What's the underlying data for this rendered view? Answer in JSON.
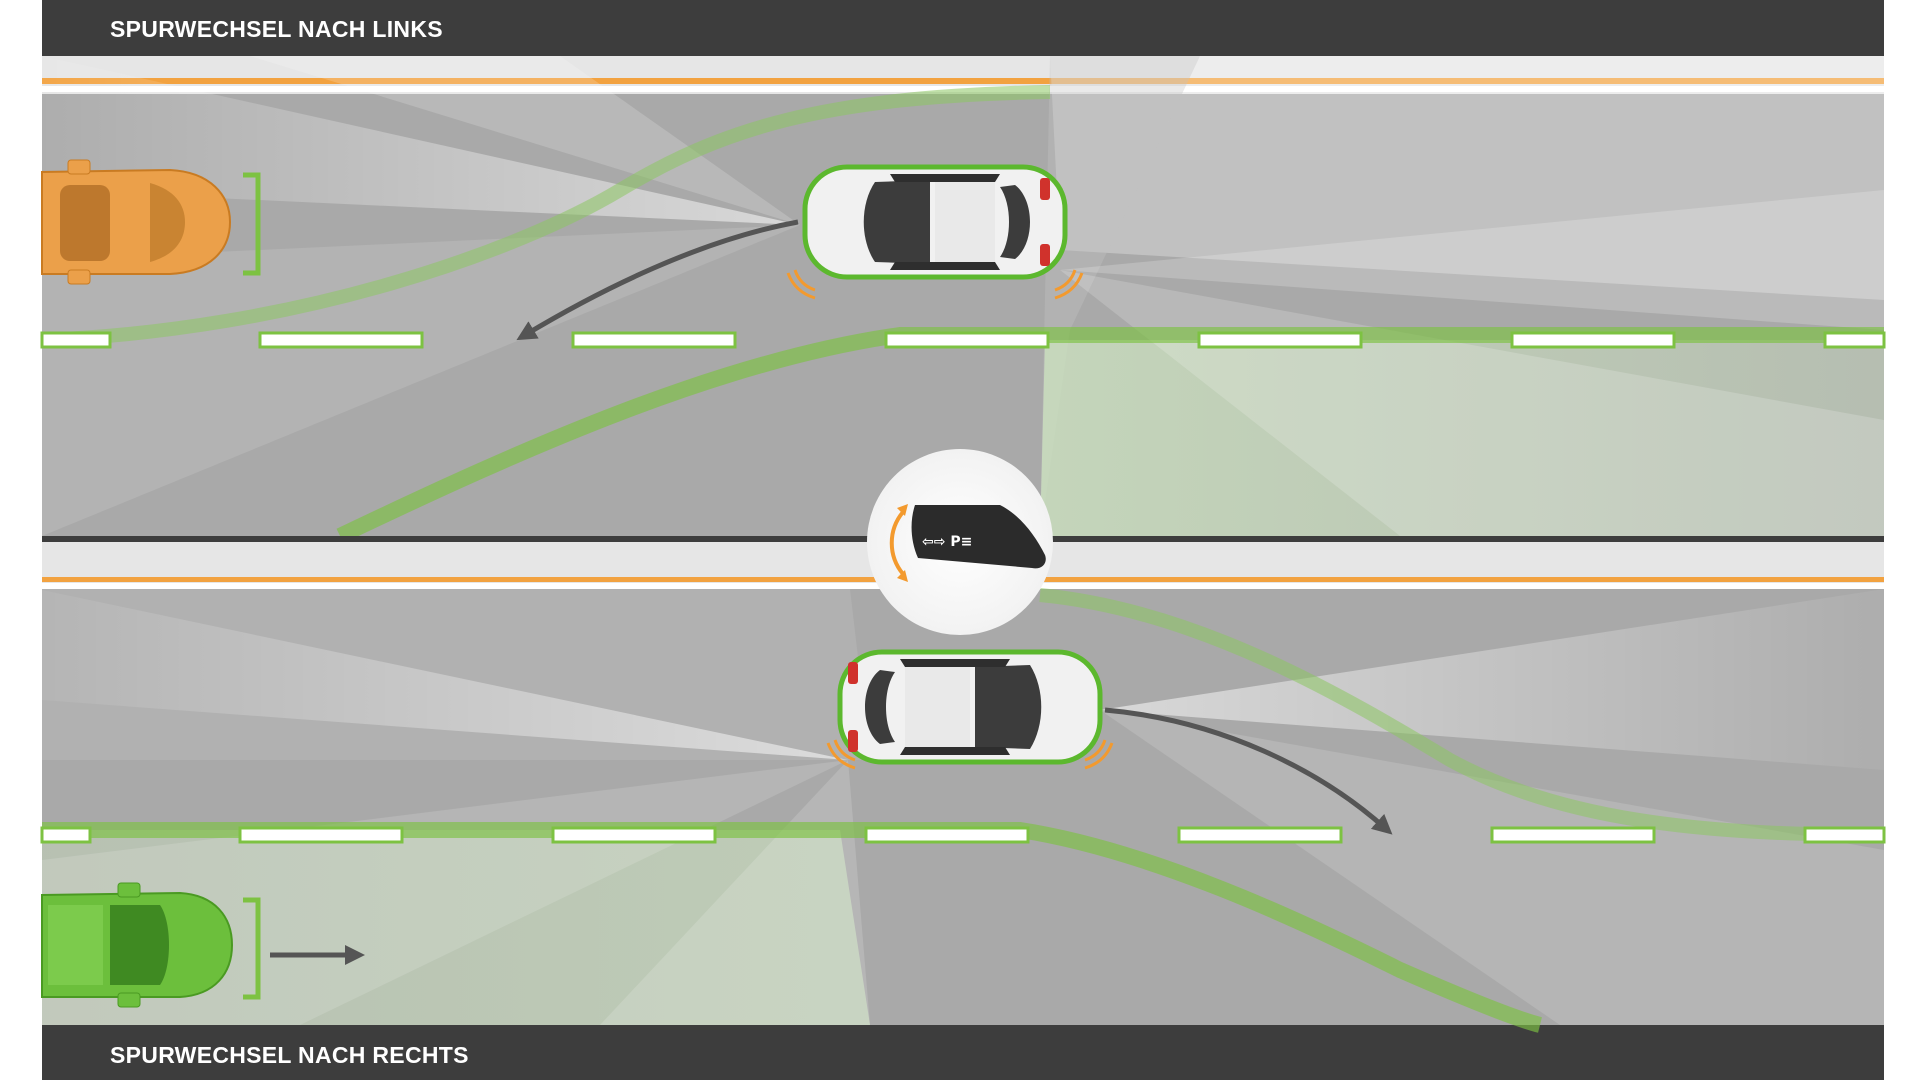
{
  "panels": {
    "top": {
      "label": "SPURWECHSEL NACH LINKS"
    },
    "bottom": {
      "label": "SPURWECHSEL NACH RECHTS"
    }
  },
  "stalk": {
    "text": "⇦⇨ P≡",
    "icon": "turn-signal-stalk-icon"
  },
  "colors": {
    "frame": "#3d3d3d",
    "road": "#a8a8a8",
    "lane_marking": "#ffffff",
    "lane_outline": "#7dc242",
    "edge_line": "#f39a2e",
    "ego_highlight": "#5cb82e",
    "car_orange": "#eba04a",
    "car_green": "#6cbf3c",
    "arrow": "#555555"
  }
}
